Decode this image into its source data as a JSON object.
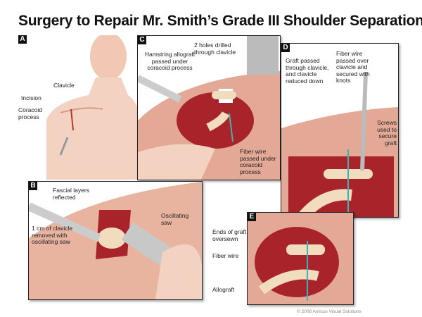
{
  "title": "Surgery to Repair Mr. Smith’s Grade III Shoulder Separation",
  "panels": {
    "a": {
      "letter": "A",
      "labels": [
        "Clavicle",
        "Incision",
        "Coracoid process"
      ]
    },
    "b": {
      "letter": "B",
      "labels": [
        "Fascial layers reflected",
        "1 cm of clavicle removed with oscillating saw",
        "Oscillating saw"
      ]
    },
    "c": {
      "letter": "C",
      "labels": [
        "Hamstring allograft passed under coracoid process",
        "2 holes drilled through clavicle",
        "Fiber wire passed under coracoid process"
      ]
    },
    "d": {
      "letter": "D",
      "labels": [
        "Graft passed through clavicle, and clavicle reduced down",
        "Fiber wire passed over clavicle and secured with knots",
        "Screws used to secure graft"
      ]
    },
    "e": {
      "letter": "E",
      "labels": [
        "Ends of graft oversewn",
        "Fiber wire",
        "Allograft"
      ]
    }
  },
  "copyright": "© 2008 Amicus Visual Solutions",
  "colors": {
    "skin": "#e8b4a0",
    "tissue": "#d98a80",
    "wound": "#a8242a",
    "bone": "#f1dcc0",
    "wire": "#3fb3b0"
  }
}
